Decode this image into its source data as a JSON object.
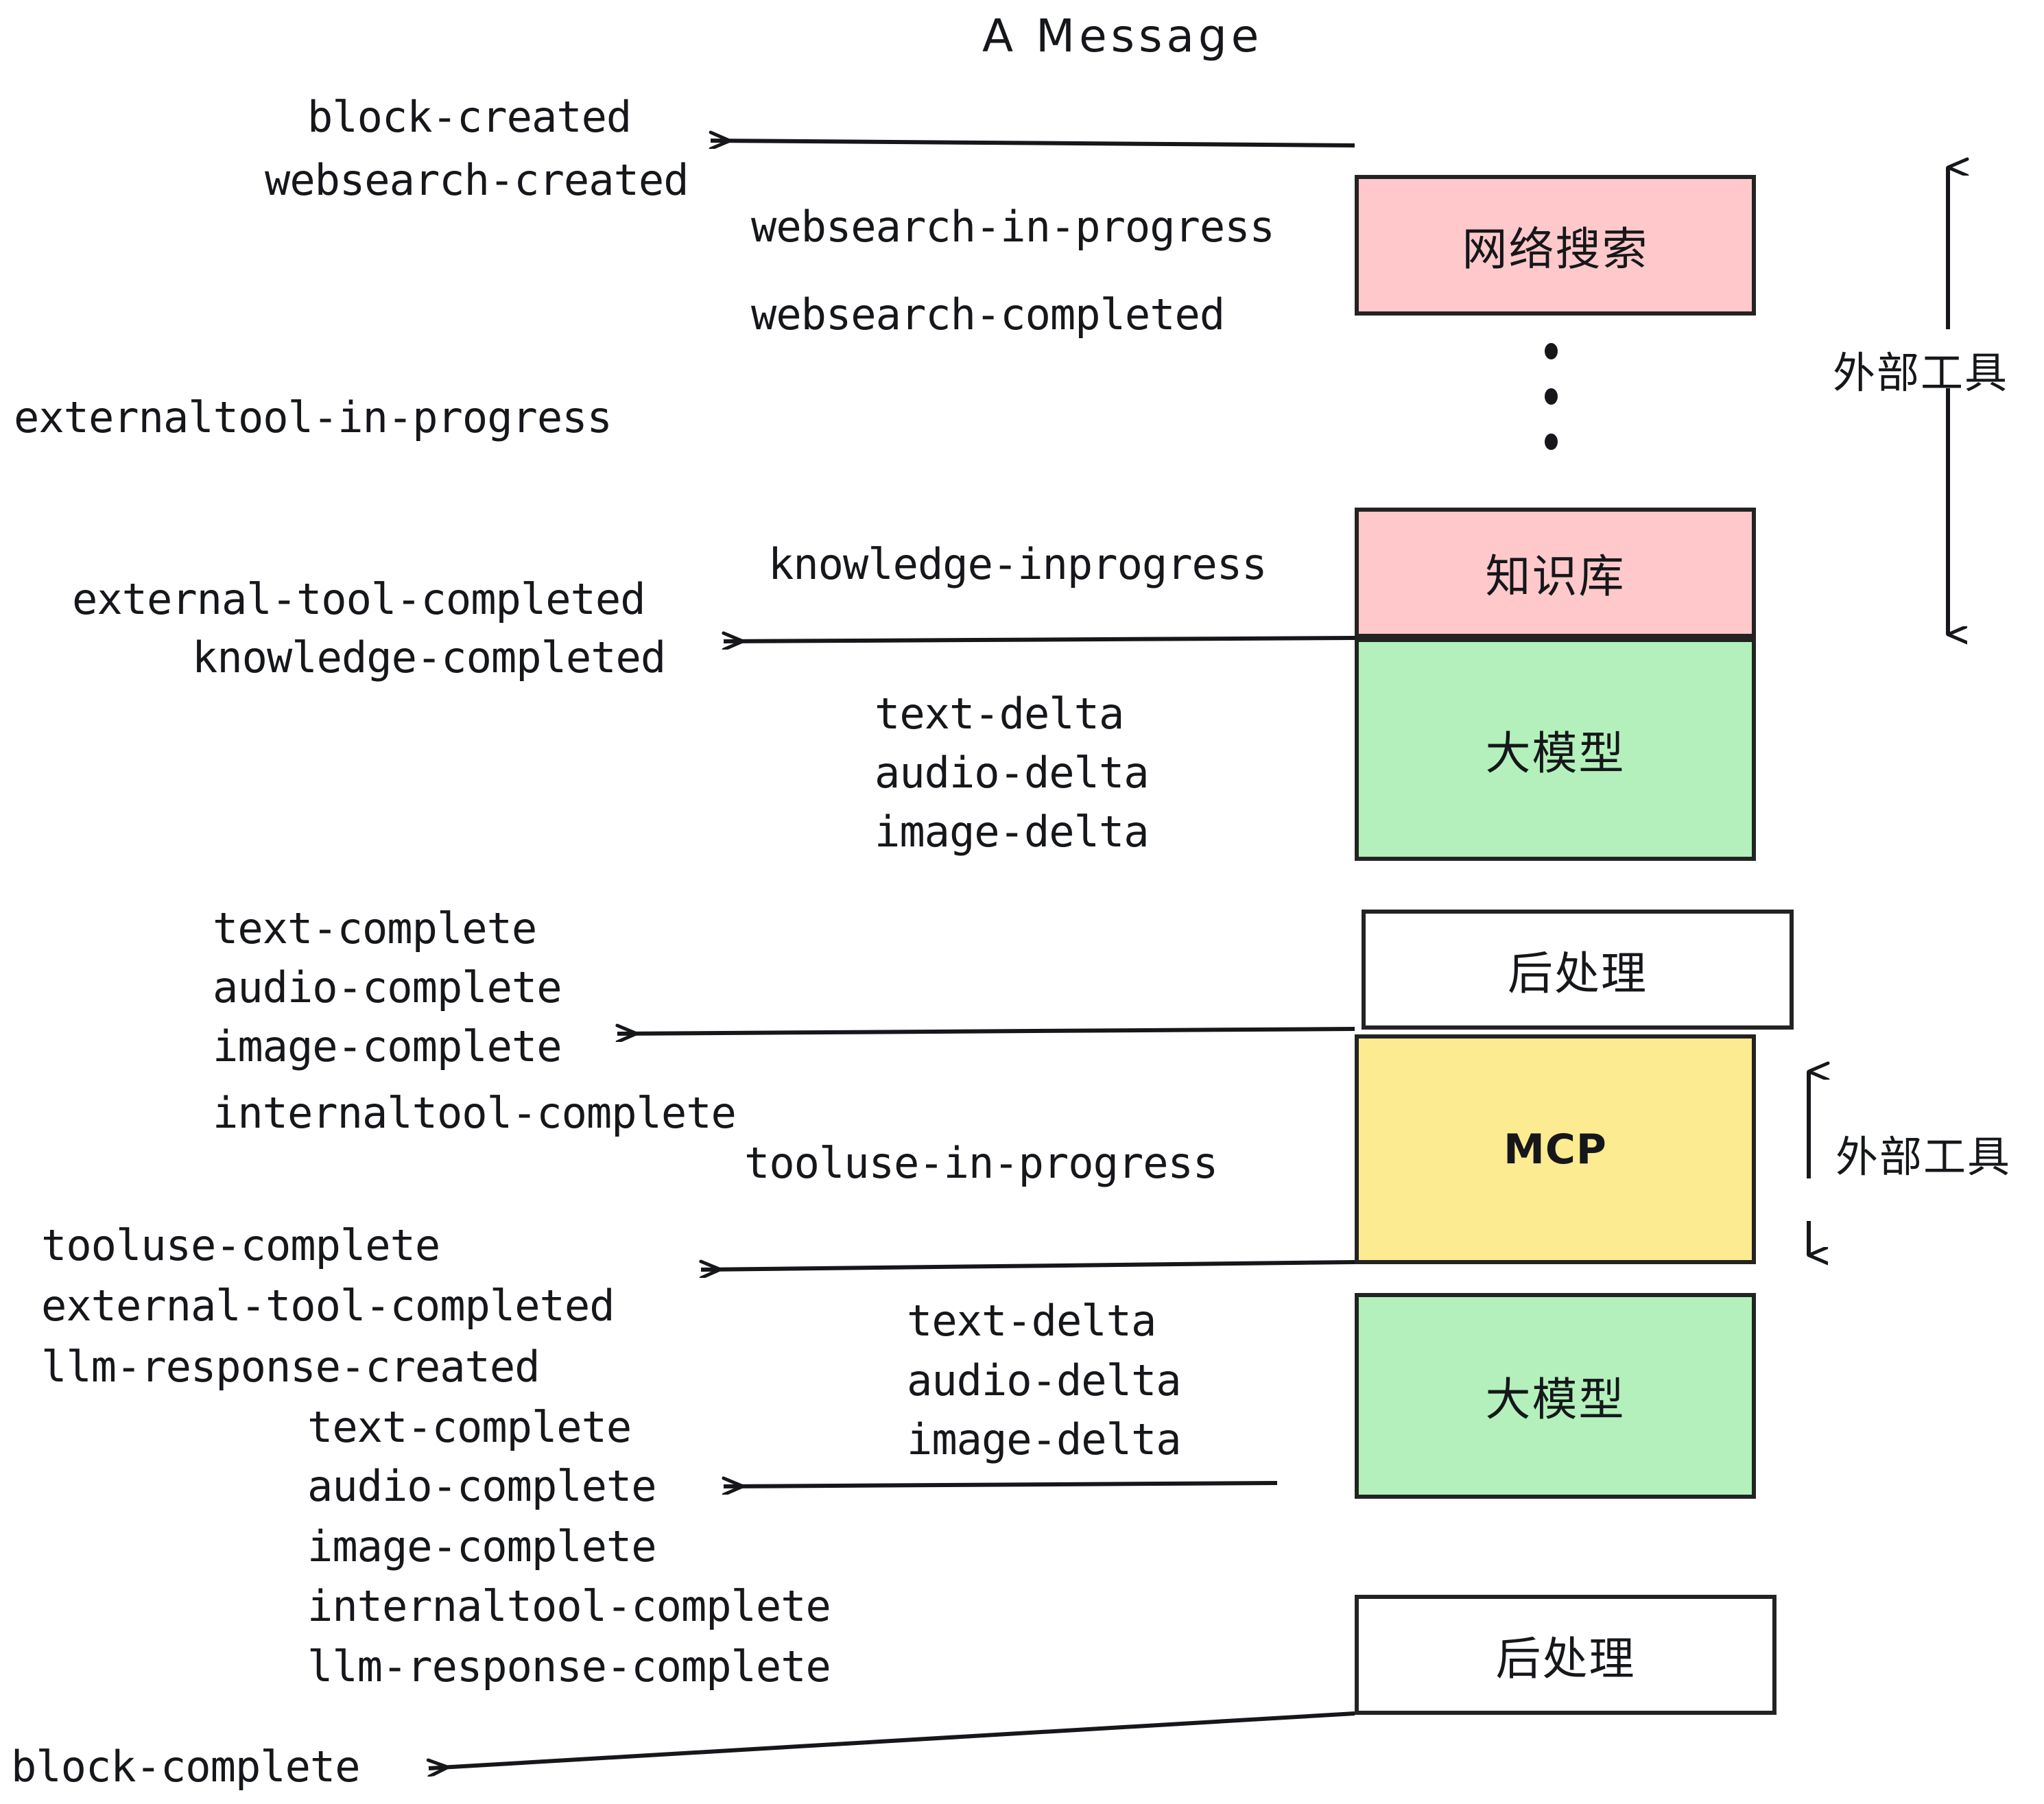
{
  "title": "A Message",
  "colors": {
    "pink": "#FFC9CB",
    "green": "#B4F0BC",
    "yellow": "#FCEB90",
    "white": "#FFFFFF",
    "stroke": "#232323",
    "text": "#15171A"
  },
  "boxes": [
    {
      "id": "websearch",
      "label": "网络搜索",
      "color": "pink"
    },
    {
      "id": "knowledge",
      "label": "知识库",
      "color": "pink"
    },
    {
      "id": "llm-1",
      "label": "大模型",
      "color": "green"
    },
    {
      "id": "postprocess-1",
      "label": "后处理",
      "color": "white"
    },
    {
      "id": "mcp",
      "label": "MCP",
      "color": "yellow"
    },
    {
      "id": "llm-2",
      "label": "大模型",
      "color": "green"
    },
    {
      "id": "postprocess-2",
      "label": "后处理",
      "color": "white"
    }
  ],
  "side_labels": [
    {
      "id": "external-tools-top",
      "label": "外部工具"
    },
    {
      "id": "external-tools-bottom",
      "label": "外部工具"
    }
  ],
  "events": {
    "block_created": "block-created",
    "websearch_created": "websearch-created",
    "websearch_in_progress": "websearch-in-progress",
    "websearch_completed": "websearch-completed",
    "externaltool_in_progress": "externaltool-in-progress",
    "knowledge_inprogress": "knowledge-inprogress",
    "external_tool_completed_1": "external-tool-completed",
    "knowledge_completed": "knowledge-completed",
    "text_delta_1": "text-delta",
    "audio_delta_1": "audio-delta",
    "image_delta_1": "image-delta",
    "text_complete_1": "text-complete",
    "audio_complete_1": "audio-complete",
    "image_complete_1": "image-complete",
    "internaltool_complete_1": "internaltool-complete",
    "tooluse_in_progress": "tooluse-in-progress",
    "tooluse_complete": "tooluse-complete",
    "external_tool_completed_2": "external-tool-completed",
    "llm_response_created": "llm-response-created",
    "text_delta_2": "text-delta",
    "audio_delta_2": "audio-delta",
    "image_delta_2": "image-delta",
    "text_complete_2": "text-complete",
    "audio_complete_2": "audio-complete",
    "image_complete_2": "image-complete",
    "internaltool_complete_2": "internaltool-complete",
    "llm_response_complete": "llm-response-complete",
    "block_complete": "block-complete"
  }
}
